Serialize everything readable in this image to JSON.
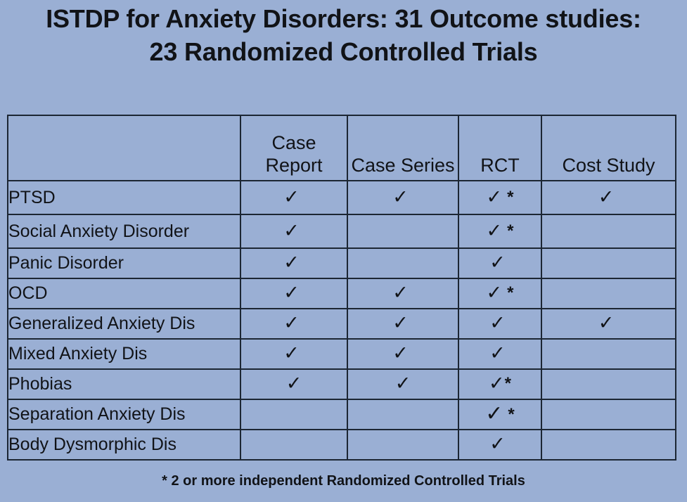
{
  "slide": {
    "background_color": "#9aafd4",
    "text_color": "#111317",
    "border_color": "#1c2633",
    "title_line1": "ISTDP for Anxiety Disorders: 31 Outcome studies:",
    "title_line2": "23 Randomized Controlled Trials",
    "footnote": "* 2 or more independent Randomized Controlled Trials"
  },
  "table": {
    "columns": [
      {
        "id": "disorder",
        "label": "",
        "label_line1": "",
        "label_line2": ""
      },
      {
        "id": "case_report",
        "label": "Case Report",
        "label_line1": "Case",
        "label_line2": "Report"
      },
      {
        "id": "case_series",
        "label": "Case Series",
        "label_line1": "",
        "label_line2": "Case Series"
      },
      {
        "id": "rct",
        "label": "RCT",
        "label_line1": "",
        "label_line2": "RCT"
      },
      {
        "id": "cost_study",
        "label": "Cost Study",
        "label_line1": "",
        "label_line2": "Cost Study"
      }
    ],
    "check_glyph": "✓",
    "star_glyph": "*",
    "rows": [
      {
        "label": "PTSD",
        "case_report": {
          "check": "✓",
          "star": ""
        },
        "case_series": {
          "check": "✓",
          "star": ""
        },
        "rct": {
          "check": "✓",
          "star": "*"
        },
        "cost_study": {
          "check": "✓",
          "star": ""
        }
      },
      {
        "label": "Social Anxiety Disorder",
        "case_report": {
          "check": "✓",
          "star": ""
        },
        "case_series": {
          "check": "",
          "star": ""
        },
        "rct": {
          "check": "✓",
          "star": "*"
        },
        "cost_study": {
          "check": "",
          "star": ""
        }
      },
      {
        "label": "Panic Disorder",
        "case_report": {
          "check": "✓",
          "star": ""
        },
        "case_series": {
          "check": "",
          "star": ""
        },
        "rct": {
          "check": "✓",
          "star": ""
        },
        "cost_study": {
          "check": "",
          "star": ""
        }
      },
      {
        "label": "OCD",
        "case_report": {
          "check": "✓",
          "star": ""
        },
        "case_series": {
          "check": "✓",
          "star": ""
        },
        "rct": {
          "check": "✓",
          "star": "*"
        },
        "cost_study": {
          "check": "",
          "star": ""
        }
      },
      {
        "label": "Generalized Anxiety Dis",
        "case_report": {
          "check": "✓",
          "star": ""
        },
        "case_series": {
          "check": "✓",
          "star": ""
        },
        "rct": {
          "check": "✓",
          "star": ""
        },
        "cost_study": {
          "check": "✓",
          "star": ""
        }
      },
      {
        "label": "Mixed Anxiety Dis",
        "case_report": {
          "check": "✓",
          "star": ""
        },
        "case_series": {
          "check": "✓",
          "star": ""
        },
        "rct": {
          "check": "✓",
          "star": ""
        },
        "cost_study": {
          "check": "",
          "star": ""
        }
      },
      {
        "label": "Phobias",
        "case_report": {
          "check": "✓",
          "star": ""
        },
        "case_series": {
          "check": "✓",
          "star": ""
        },
        "rct": {
          "check": "✓",
          "star": "*"
        },
        "cost_study": {
          "check": "",
          "star": ""
        }
      },
      {
        "label": "Separation Anxiety Dis",
        "case_report": {
          "check": "",
          "star": ""
        },
        "case_series": {
          "check": "",
          "star": ""
        },
        "rct": {
          "check": "✓",
          "star": "*"
        },
        "cost_study": {
          "check": "",
          "star": ""
        }
      },
      {
        "label": "Body Dysmorphic Dis",
        "case_report": {
          "check": "",
          "star": ""
        },
        "case_series": {
          "check": "",
          "star": ""
        },
        "rct": {
          "check": "✓",
          "star": ""
        },
        "cost_study": {
          "check": "",
          "star": ""
        }
      }
    ]
  }
}
